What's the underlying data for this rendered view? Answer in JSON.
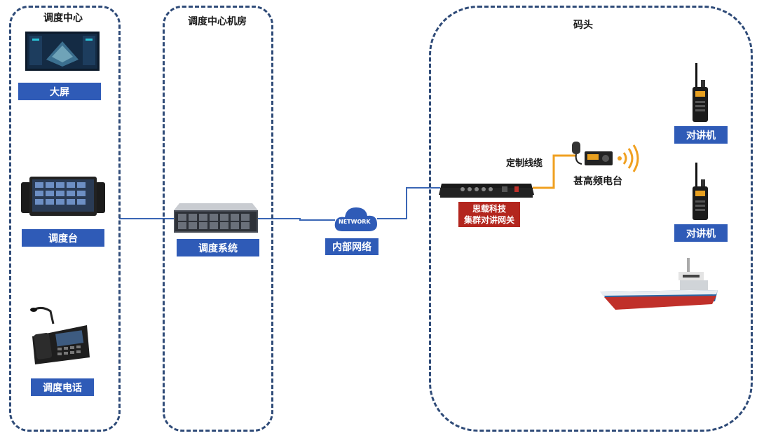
{
  "zones": {
    "dispatch_center": {
      "title": "调度中心"
    },
    "machine_room": {
      "title": "调度中心机房"
    },
    "dock": {
      "title": "码头"
    }
  },
  "devices": {
    "big_screen": "大屏",
    "console": "调度台",
    "phone": "调度电话",
    "dispatch_system": "调度系统",
    "internal_network": "内部网络",
    "network_cloud": "NETWORK",
    "gateway_line1": "思载科技",
    "gateway_line2": "集群对讲网关",
    "custom_cable": "定制线缆",
    "vhf_radio": "甚高频电台",
    "walkie1": "对讲机",
    "walkie2": "对讲机"
  },
  "colors": {
    "zone_border": "#2f4b78",
    "label_blue": "#2f5bb7",
    "label_red": "#b3261e",
    "link_blue": "#3a66b5",
    "cable_orange": "#f0a020"
  }
}
